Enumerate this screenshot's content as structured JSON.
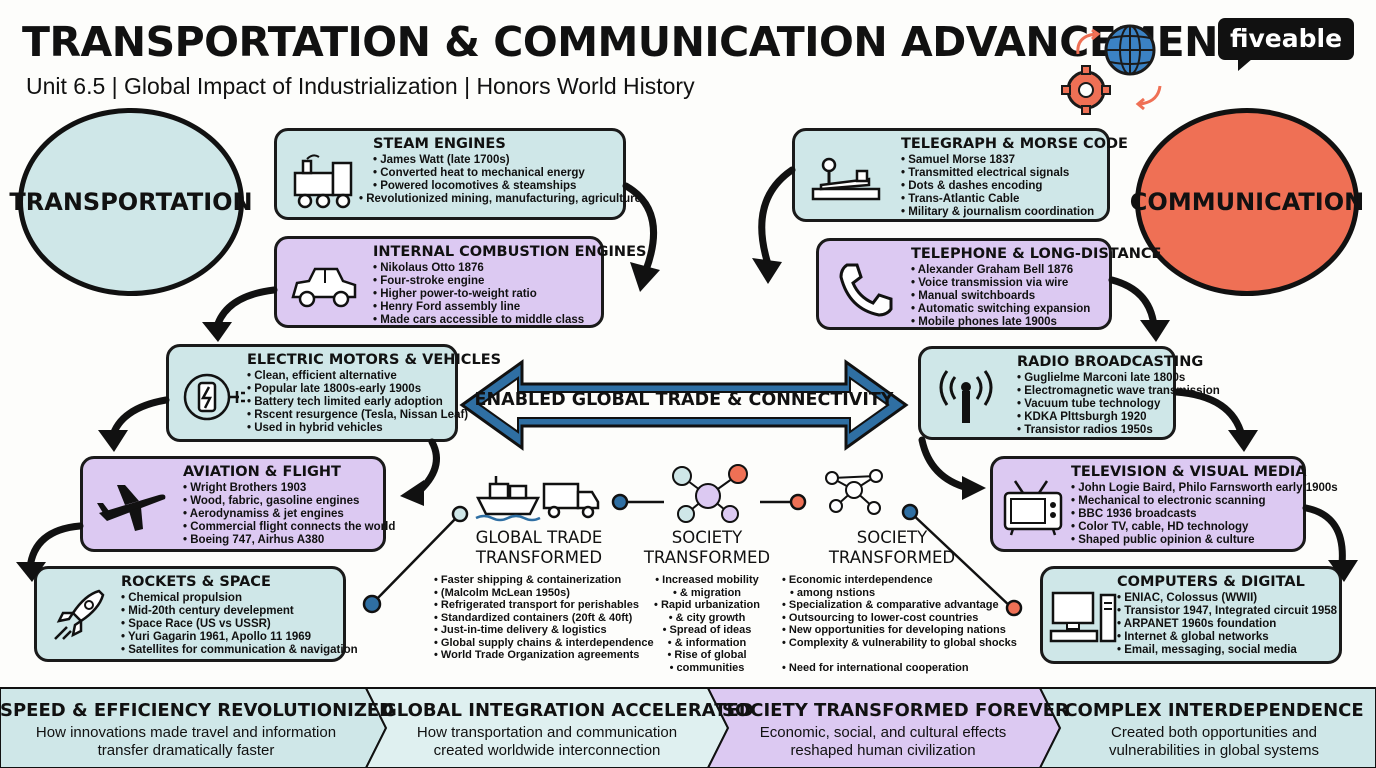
{
  "header": {
    "title": "TRANSPORTATION & COMMUNICATION ADVANCEMENTS",
    "subtitle": "Unit 6.5 | Global Impact of Industrialization | Honors World History",
    "logo": "fiveable"
  },
  "circles": {
    "transport": "TRANSPORTATION",
    "communication": "COMMUNICATION"
  },
  "transport": [
    {
      "title": "STEAM ENGINES",
      "items": [
        "James Watt (late 1700s)",
        "Converted heat to mechanical energy",
        "Powered locomotives & steamships",
        "Revolutionized mining, manufacturing, agriculture"
      ]
    },
    {
      "title": "INTERNAL COMBUSTION ENGINES",
      "items": [
        "Nikolaus Otto 1876",
        "Four-stroke engine",
        "Higher power-to-weight ratio",
        "Henry Ford assembly line",
        "Made cars accessible to middle class"
      ]
    },
    {
      "title": "ELECTRIC MOTORS & VEHICLES",
      "items": [
        "Clean, efficient alternative",
        "Popular late 1800s-early 1900s",
        "Battery tech limited early adoption",
        "Rscent resurgence (Tesla, Nissan Leaf)",
        "Used in hybrid vehicles"
      ]
    },
    {
      "title": "AVIATION & FLIGHT",
      "items": [
        "Wright Brothers 1903",
        "Wood, fabric, gasoline engines",
        "Aerodynamiss & jet engines",
        "Commercial flight connects the world",
        "Boeing 747, Airhus A380"
      ]
    },
    {
      "title": "ROCKETS & SPACE",
      "items": [
        "Chemical propulsion",
        "Mid-20th century develepment",
        "Space Race (US vs USSR)",
        "Yuri Gagarin 1961, Apollo 11 1969",
        "Satellites for communication & navigation"
      ]
    }
  ],
  "communication": [
    {
      "title": "TELEGRAPH & MORSE CODE",
      "items": [
        "Samuel Morse 1837",
        "Transmitted electrical signals",
        "Dots & dashes encoding",
        "Trans-Atlantic Cable",
        "Military & journalism coordination"
      ]
    },
    {
      "title": "TELEPHONE & LONG-DISTANCE",
      "items": [
        "Alexander Graham Bell 1876",
        "Voice transmission via wire",
        "Manual switchboards",
        "Automatic switching expansion",
        "Mobile phones late 1900s"
      ]
    },
    {
      "title": "RADIO BROADCASTING",
      "items": [
        "Guglielme Marconi late 1800s",
        "Electromagnetic wave transmission",
        "Vacuum tube technology",
        "KDKA Plttsburgh 1920",
        "Transistor radios 1950s"
      ]
    },
    {
      "title": "TELEVISION & VISUAL MEDIA",
      "items": [
        "John Logie Baird, Philo Farnsworth early 1900s",
        "Mechanical to electronic scanning",
        "BBC 1936 broadcasts",
        "Color TV, cable, HD technology",
        "Shaped public opinion & culture"
      ]
    },
    {
      "title": "COMPUTERS & DIGITAL",
      "items": [
        "ENIAC, Colossus (WWII)",
        "Transistor 1947, Integrated circuit 1958",
        "ARPANET 1960s foundation",
        "Internet & global networks",
        "Email, messaging, social media"
      ]
    }
  ],
  "center": {
    "arrow_label": "ENABLED GLOBAL TRADE & CONNECTIVITY",
    "trade": {
      "title": [
        "GLOBAL TRADE",
        "TRANSFORMED"
      ],
      "items": [
        "Faster shipping & containerization",
        "(Malcolm McLean 1950s)",
        "Refrigerated transport for perishables",
        "Standardized containers (20ft & 40ft)",
        "Just-in-time delivery & logistics",
        "Global supply chains & interdependence",
        "World Trade Organization agreements"
      ]
    },
    "society": {
      "title": [
        "SOCIETY",
        "TRANSFORMED"
      ],
      "items": [
        "Increased mobility",
        "& migration",
        "Rapid urbanization",
        "& city growth",
        "Spread of ideas",
        "& information",
        "Rise of global",
        "communities"
      ]
    },
    "economy": {
      "title": [
        "SOCIETY",
        "TRANSFORMED"
      ],
      "items": [
        "Economic interdependence",
        "among nstions",
        "Specialization & comparative advantage",
        "Outsourcing to lower-cost countries",
        "New opportunities for developing nations",
        "Complexity & vulnerability to global shocks",
        "",
        "Need for international cooperation"
      ]
    }
  },
  "bottom": [
    {
      "title": "SPEED & EFFICIENCY REVOLUTIONIZED",
      "text": [
        "How innovations made travel and information",
        "transfer dramatically faster"
      ],
      "color": "#cfe7e8"
    },
    {
      "title": "GLOBAL INTEGRATION ACCELERATED",
      "text": [
        "How transportation and communication",
        "created worldwide interconnection"
      ],
      "color": "#dff0f0"
    },
    {
      "title": "SOCIETY TRANSFORMED FOREVER",
      "text": [
        "Economic, social, and cultural effects",
        "reshaped human civilization"
      ],
      "color": "#dcc9f2"
    },
    {
      "title": "COMPLEX INTERDEPENDENCE",
      "text": [
        "Created both opportunities and",
        "vulnerabilities in global systems"
      ],
      "color": "#cfe7e8"
    }
  ],
  "colors": {
    "teal": "#cfe7e8",
    "purple": "#dcc9f2",
    "coral": "#ef7055",
    "arrow_blue": "#2f6fa3"
  }
}
